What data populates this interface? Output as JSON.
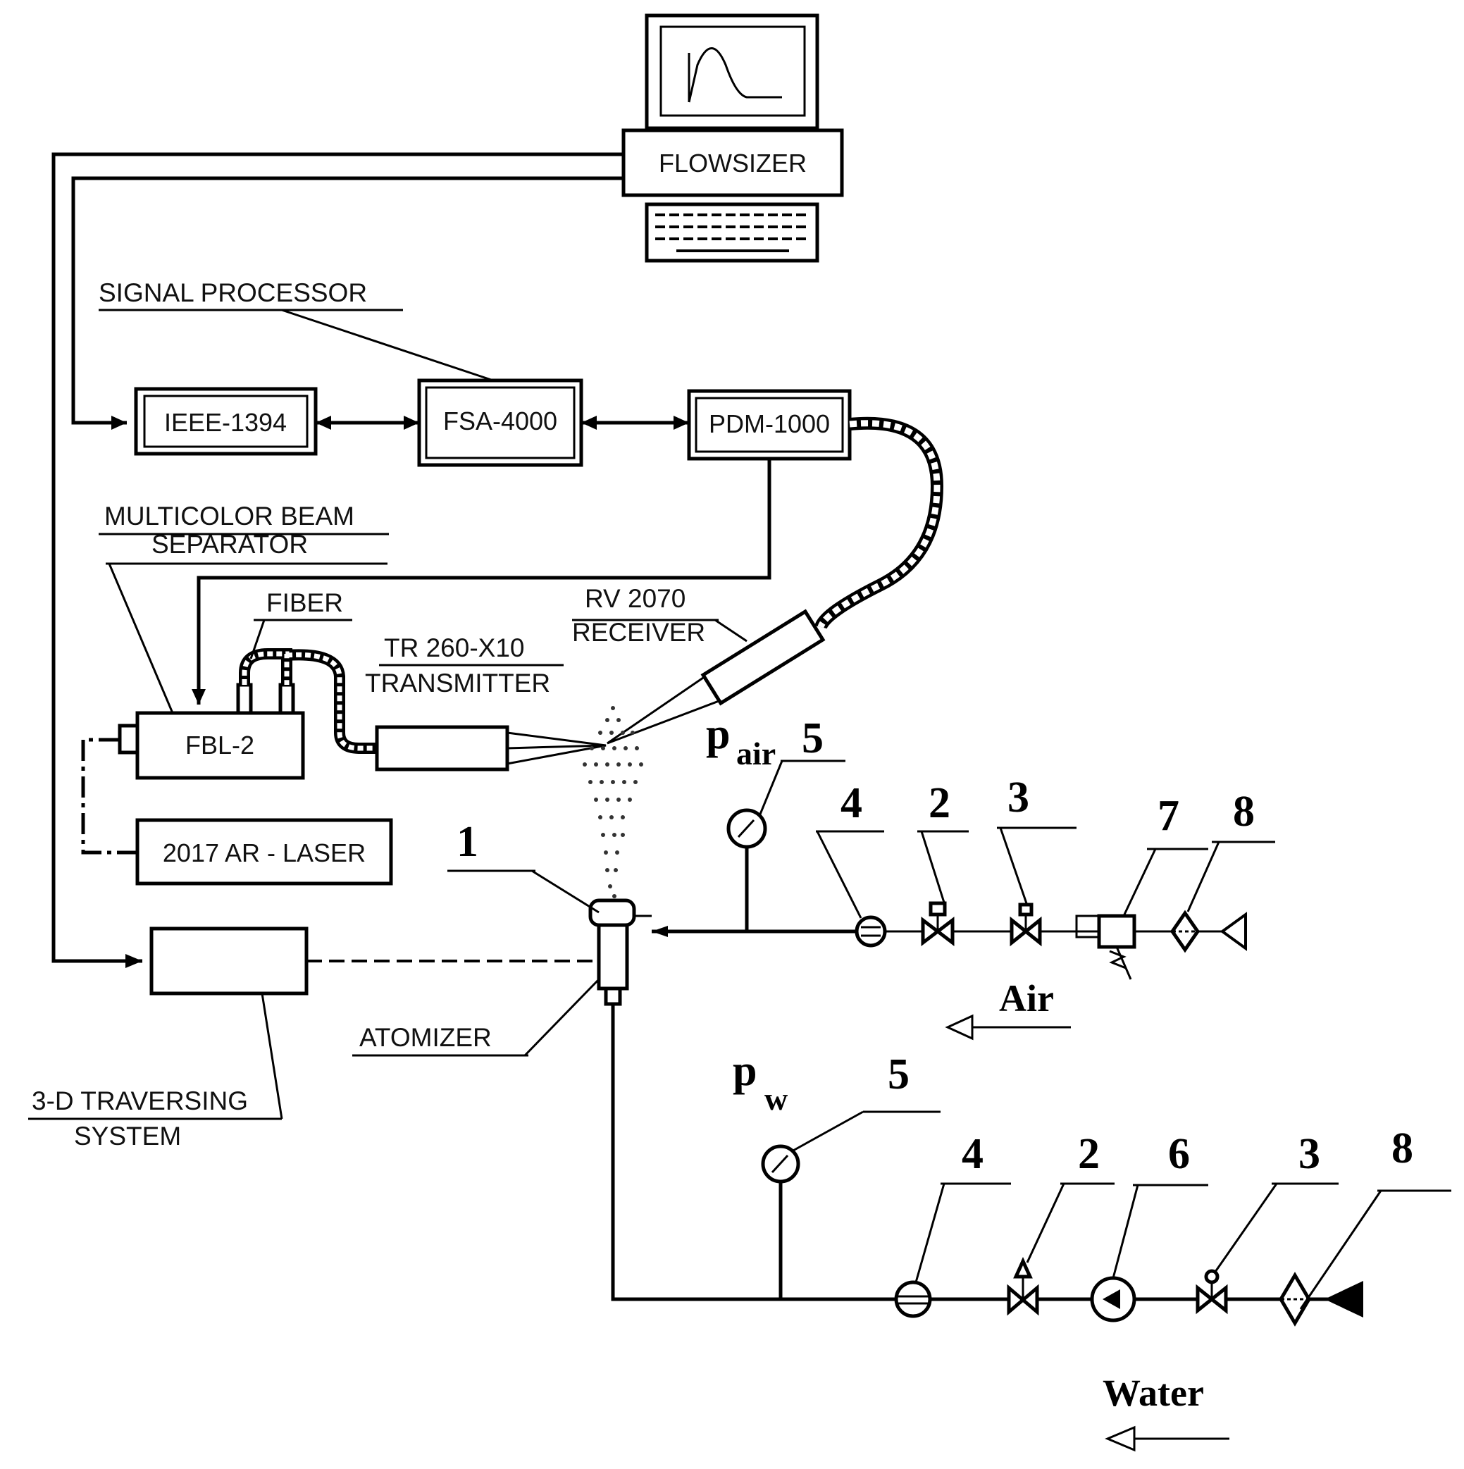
{
  "boxes": {
    "flowsizer": "FLOWSIZER",
    "ieee": "IEEE-1394",
    "fsa": "FSA-4000",
    "pdm": "PDM-1000",
    "fbl": "FBL-2",
    "laser": "2017 AR - LASER"
  },
  "labels": {
    "signal_processor": "SIGNAL PROCESSOR",
    "beam_separator_1": "MULTICOLOR BEAM",
    "beam_separator_2": "SEPARATOR",
    "fiber": "FIBER",
    "transmitter_1": "TR 260-X10",
    "transmitter_2": "TRANSMITTER",
    "receiver_1": "RV 2070",
    "receiver_2": "RECEIVER",
    "atomizer": "ATOMIZER",
    "traversing_1": "3-D TRAVERSING",
    "traversing_2": "SYSTEM"
  },
  "air_line": {
    "pressure_symbol": "p",
    "pressure_subscript": "air",
    "gauge_number": "5",
    "components": [
      "4",
      "2",
      "3",
      "7",
      "8"
    ],
    "flow_label": "Air"
  },
  "water_line": {
    "pressure_symbol": "p",
    "pressure_subscript": "w",
    "gauge_number": "5",
    "components": [
      "4",
      "2",
      "6",
      "3",
      "8"
    ],
    "flow_label": "Water"
  },
  "atomizer_number": "1"
}
